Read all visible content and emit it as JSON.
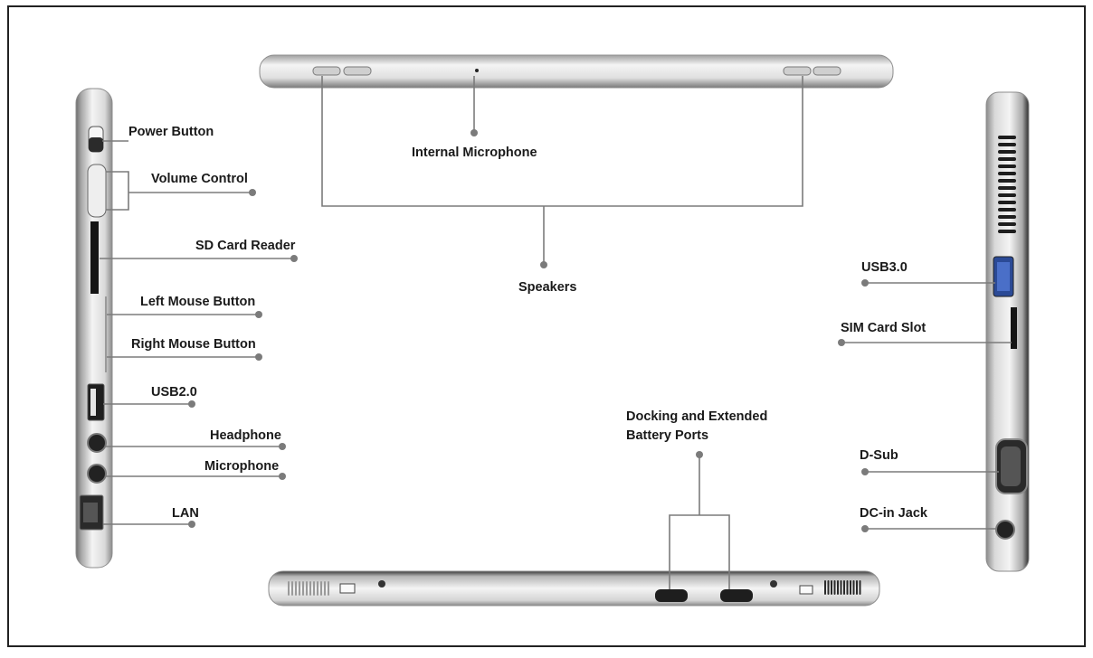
{
  "colors": {
    "leader": "#7b7b7b",
    "dot": "#7b7b7b",
    "text": "#1a1a1a",
    "body_light": "#f2f2f2",
    "body_mid": "#d6d6d6",
    "body_dark": "#9a9a9a",
    "port": "#1c1c1c",
    "usb3": "#3f63b8"
  },
  "labels": {
    "power_button": "Power Button",
    "volume_control": "Volume Control",
    "sd_card_reader": "SD Card Reader",
    "left_mouse_button": "Left Mouse Button",
    "right_mouse_button": "Right Mouse Button",
    "usb2": "USB2.0",
    "headphone": "Headphone",
    "microphone": "Microphone",
    "lan": "LAN",
    "internal_microphone": "Internal Microphone",
    "speakers": "Speakers",
    "docking_line1": "Docking and Extended",
    "docking_line2": "Battery Ports",
    "usb3": "USB3.0",
    "sim_card_slot": "SIM Card Slot",
    "dsub": "D-Sub",
    "dc_in_jack": "DC-in Jack"
  }
}
